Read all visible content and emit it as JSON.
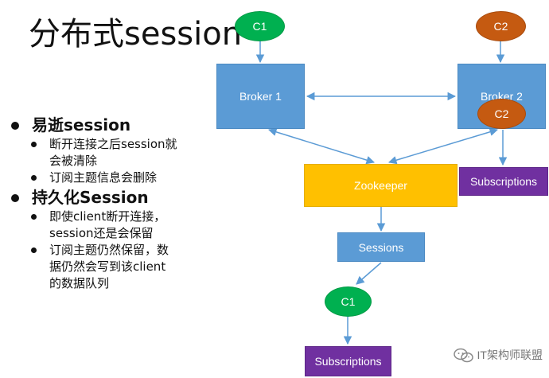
{
  "title": "分布式session",
  "bullets": [
    {
      "text": "易逝session",
      "subs": [
        "断开连接之后session就",
        "会被清除",
        "订阅主题信息会删除"
      ]
    },
    {
      "text": "持久化Session",
      "subs": [
        "即使client断开连接，",
        "session还是会保留",
        "订阅主题仍然保留，数",
        "据仍然会写到该client",
        "的数据队列"
      ]
    }
  ],
  "nodes": {
    "c1_top": "C1",
    "c2_top": "C2",
    "broker1": "Broker 1",
    "broker2": "Broker 2",
    "c2_on_broker2": "C2",
    "zookeeper": "Zookeeper",
    "subscriptions_right": "Subscriptions",
    "sessions": "Sessions",
    "c1_bottom": "C1",
    "subscriptions_bottom": "Subscriptions"
  },
  "watermark": "IT架构师联盟",
  "colors": {
    "broker": "#5b9bd5",
    "zookeeper": "#ffc000",
    "subscriptions": "#7030a0",
    "client_green": "#00b050",
    "client_orange": "#c55a11",
    "arrow": "#5b9bd5"
  }
}
